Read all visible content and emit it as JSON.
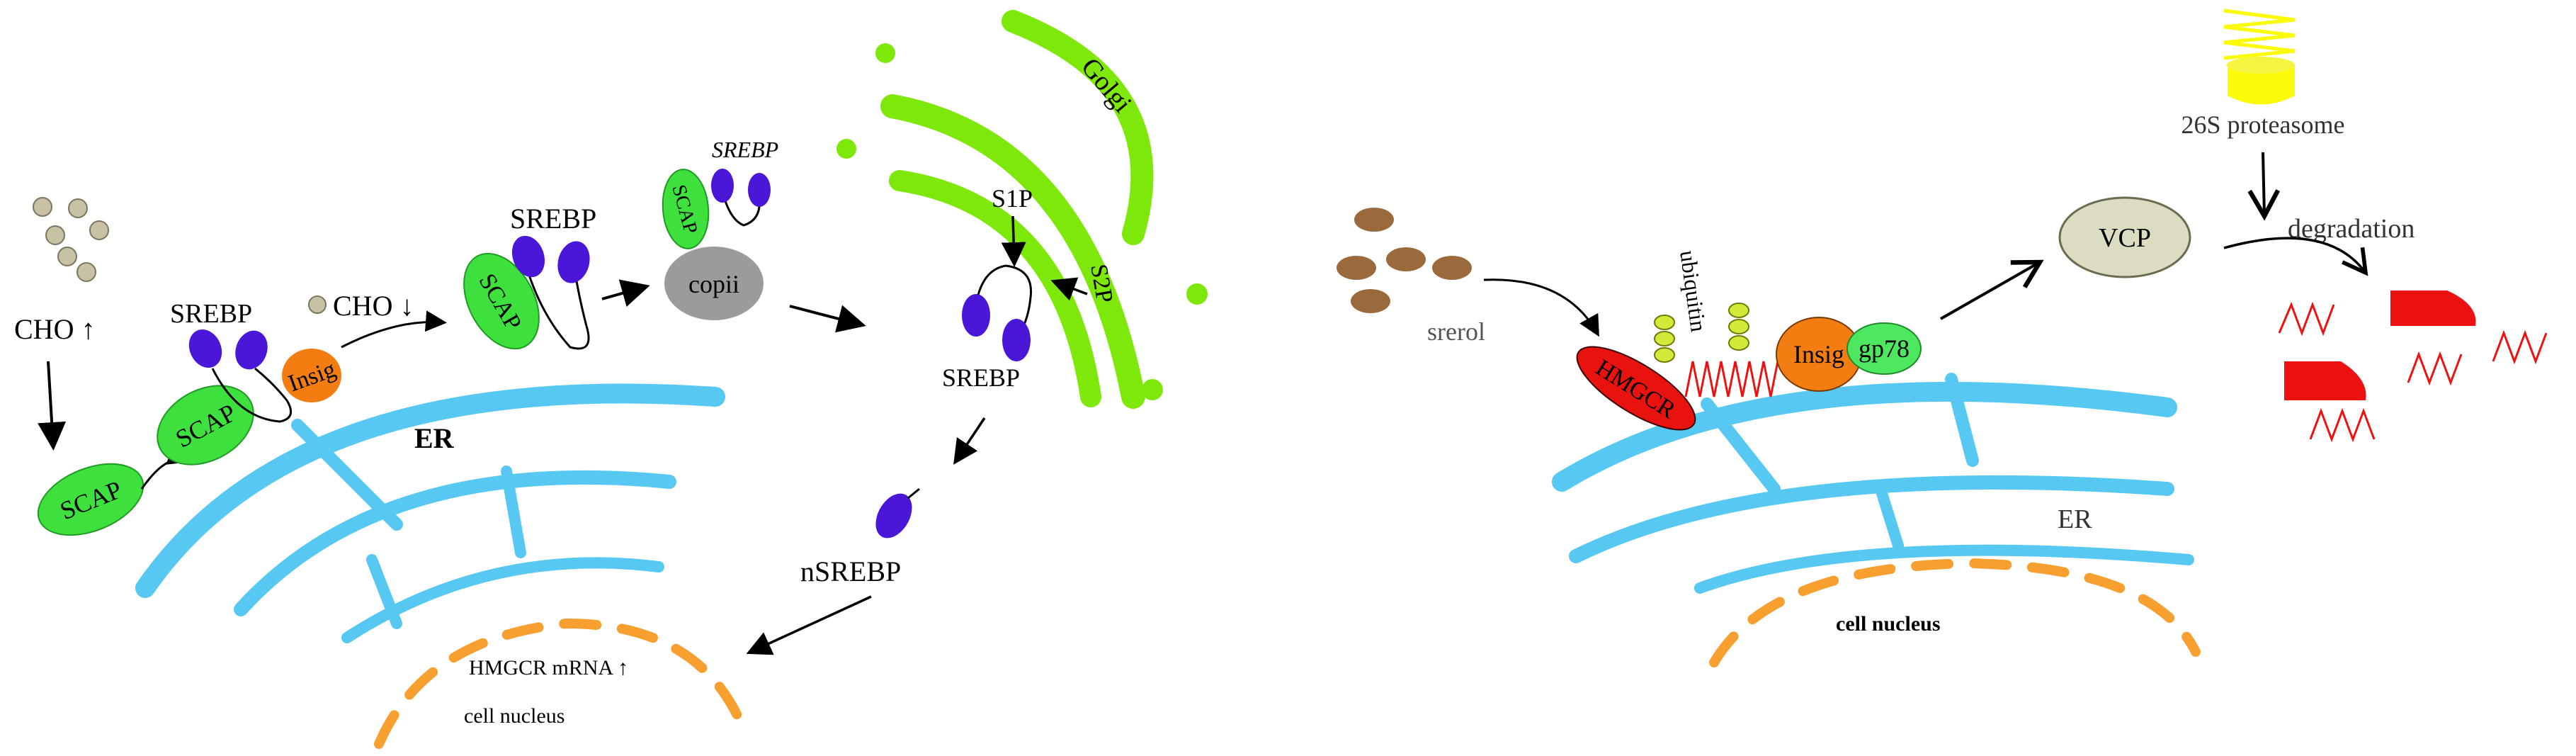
{
  "colors": {
    "er": "#56c8f2",
    "nucleus": "#f7a030",
    "scap": "#3ee03e",
    "scap_dark": "#1f9a24",
    "srebp": "#4a16d8",
    "insig": "#f47d12",
    "copii": "#9b9b9b",
    "golgi": "#7ee80a",
    "cholesterol": "#c8c2a4",
    "sterol": "#9b6a3c",
    "hmgcr": "#e8120f",
    "ubiquitin": "#d4ea3a",
    "gp78": "#4de860",
    "vcp": "#dcdcc0",
    "proteasome": "#fbfb08",
    "fragments": "#ee1111"
  },
  "left": {
    "cho_up": "CHO ↑",
    "scap_free": "SCAP",
    "scap_er": "SCAP",
    "srebp_er": "SREBP",
    "insig": "Insig",
    "cho_down": "CHO ↓",
    "scap_released": "SCAP",
    "srebp_released": "SREBP",
    "scap_vesicle": "SCAP",
    "srebp_vesicle": "SREBP",
    "copii": "copii",
    "golgi": "Golgi",
    "s1p": "S1P",
    "s2p": "S2P",
    "srebp_golgi": "SREBP",
    "nsrebp": "nSREBP",
    "er": "ER",
    "hmgcr_mrna": "HMGCR mRNA ↑",
    "nucleus": "cell nucleus"
  },
  "right": {
    "proteasome": "26S proteasome",
    "degradation": "degradation",
    "vcp": "VCP",
    "sterol": "srerol",
    "ubiquitin": "ubiquitin",
    "hmgcr": "HMGCR",
    "insig": "Insig",
    "gp78": "gp78",
    "er": "ER",
    "nucleus": "cell nucleus"
  }
}
